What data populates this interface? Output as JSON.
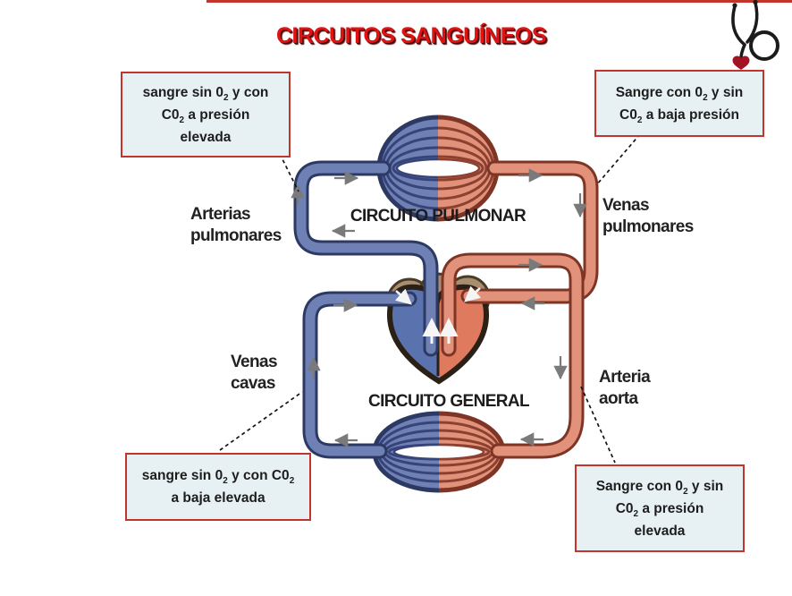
{
  "title": {
    "text": "CIRCUITOS SANGUÍNEOS",
    "color": "#e01212"
  },
  "boxes": {
    "top_left": {
      "lines": [
        [
          {
            "t": "sangre sin 0"
          },
          {
            "t": "2",
            "sub": true
          },
          {
            "t": " y con"
          }
        ],
        [
          {
            "t": "C0"
          },
          {
            "t": "2",
            "sub": true
          },
          {
            "t": " a presión"
          }
        ],
        [
          {
            "t": "elevada"
          }
        ]
      ]
    },
    "top_right": {
      "lines": [
        [
          {
            "t": "Sangre con 0"
          },
          {
            "t": "2",
            "sub": true
          },
          {
            "t": " y sin"
          }
        ],
        [
          {
            "t": "C0"
          },
          {
            "t": "2",
            "sub": true
          },
          {
            "t": " a  baja presión"
          }
        ]
      ]
    },
    "bottom_left": {
      "lines": [
        [
          {
            "t": "sangre sin 0"
          },
          {
            "t": "2",
            "sub": true
          },
          {
            "t": " y con C0"
          },
          {
            "t": "2",
            "sub": true
          }
        ],
        [
          {
            "t": "a baja elevada"
          }
        ]
      ]
    },
    "bottom_right": {
      "lines": [
        [
          {
            "t": "Sangre con 0"
          },
          {
            "t": "2",
            "sub": true
          },
          {
            "t": " y sin"
          }
        ],
        [
          {
            "t": "C0"
          },
          {
            "t": "2",
            "sub": true
          },
          {
            "t": " a  presión"
          }
        ],
        [
          {
            "t": "elevada"
          }
        ]
      ]
    }
  },
  "labels": {
    "circuito_pulmonar": "CIRCUITO PULMONAR",
    "circuito_general": "CIRCUITO GENERAL",
    "arterias_pulmonares": {
      "line1": "Arterias",
      "line2": "pulmonares"
    },
    "venas_pulmonares": {
      "line1": "Venas",
      "line2": "pulmonares"
    },
    "venas_cavas": {
      "line1": "Venas",
      "line2": "cavas"
    },
    "arteria_aorta": {
      "line1": "Arteria",
      "line2": "aorta"
    }
  },
  "icons": {
    "stethoscope": "stethoscope-icon"
  },
  "colors": {
    "title_red": "#e01212",
    "top_line": "#c4342c",
    "box_border": "#c2342e",
    "box_background": "#e7f1f4",
    "tube_blue_fill": "#6e80b4",
    "tube_blue_edge": "#2c3a63",
    "tube_red_fill": "#e2927a",
    "tube_red_edge": "#7e3526",
    "heart_tan": "#a78e6e",
    "heart_blue": "#5a72ae",
    "heart_red": "#e07a5e",
    "arrow_gray": "#7a7a7a",
    "label_text": "#222222"
  }
}
